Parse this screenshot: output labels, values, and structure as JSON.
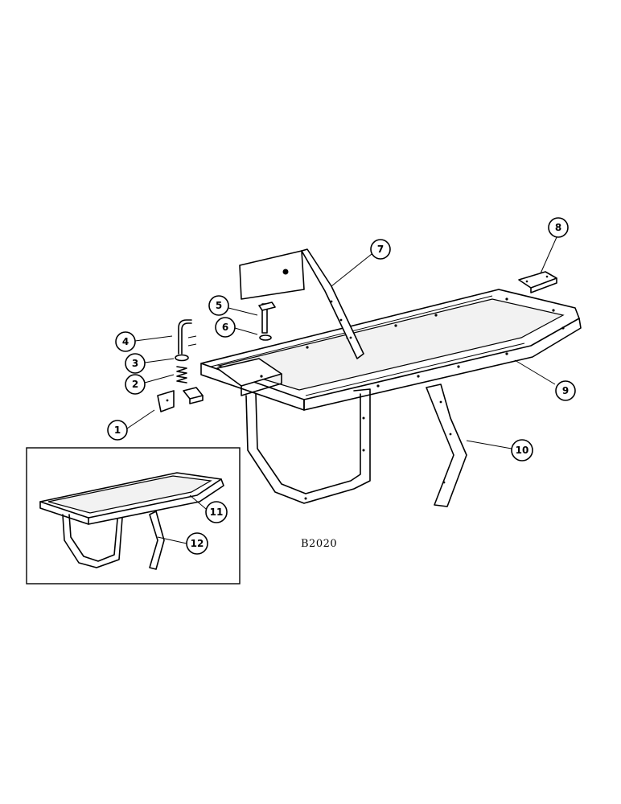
{
  "figure_id": "B2020",
  "callouts": [
    {
      "id": "c1",
      "label": "1"
    },
    {
      "id": "c2",
      "label": "2"
    },
    {
      "id": "c3",
      "label": "3"
    },
    {
      "id": "c4",
      "label": "4"
    },
    {
      "id": "c5",
      "label": "5"
    },
    {
      "id": "c6",
      "label": "6"
    },
    {
      "id": "c7",
      "label": "7"
    },
    {
      "id": "c8",
      "label": "8"
    },
    {
      "id": "c9",
      "label": "9"
    },
    {
      "id": "c10",
      "label": "10"
    },
    {
      "id": "c11",
      "label": "11"
    },
    {
      "id": "c12",
      "label": "12"
    }
  ]
}
